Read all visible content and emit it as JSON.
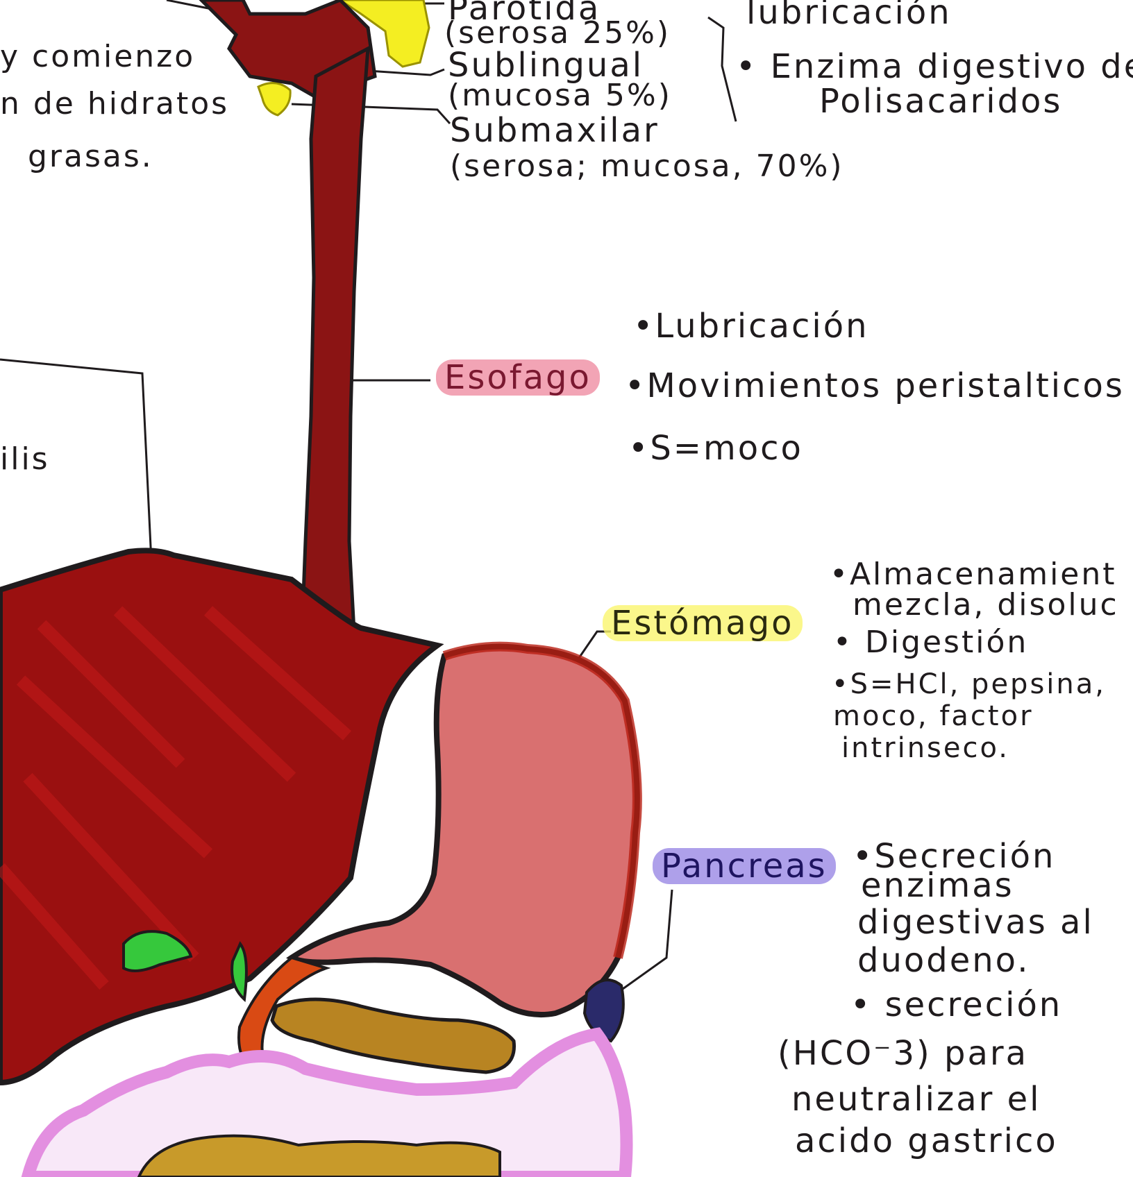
{
  "colors": {
    "esophagus": "#8b1414",
    "liver": "#9a1010",
    "stomach_fill": "#d97070",
    "stomach_outline": "#b81e12",
    "gallbladder": "#36c83c",
    "glands": "#f4ee22",
    "pancreas": "#b88422",
    "intestine_outline": "#e38fe0",
    "spleen": "#2a2a6a",
    "esofago_highlight": "#e75a78",
    "estomago_highlight": "#faf56e",
    "pancreas_highlight": "#8c78e1"
  },
  "left_margin": {
    "line1": "y comienzo",
    "line2": "n de hidratos",
    "line3": "grasas.",
    "fragment": "ilis"
  },
  "salivary": {
    "parotida": "Parotida",
    "parotida_detail": "(serosa 25%)",
    "sublingual": "Sublingual",
    "sublingual_detail": "(mucosa 5%)",
    "submaxilar": "Submaxilar",
    "submaxilar_detail": "(serosa; mucosa, 70%)"
  },
  "saliva_functions": {
    "item1": "lubricación",
    "item2": "• Enzima digestivo de",
    "item2_cont": "Polisacaridos"
  },
  "esofago": {
    "label": "Esofago",
    "item1": "•Lubricación",
    "item2": "•Movimientos peristalticos",
    "item3": "•S=moco"
  },
  "estomago": {
    "label": "Estómago",
    "item1": "•Almacenamient",
    "item1_cont": "mezcla, disoluc",
    "item2": "• Digestión",
    "item3": "•S=HCl, pepsina,",
    "item3_cont": "moco, factor",
    "item3_cont2": "intrinseco."
  },
  "pancreas": {
    "label": "Pancreas",
    "item1": "•Secreción",
    "item1_cont": "enzimas",
    "item1_cont2": "digestivas al",
    "item1_cont3": "duodeno.",
    "item2": "• secreción",
    "item2_cont": "(HCO⁻3) para",
    "item2_cont2": "neutralizar el",
    "item2_cont3": "acido gastrico"
  }
}
